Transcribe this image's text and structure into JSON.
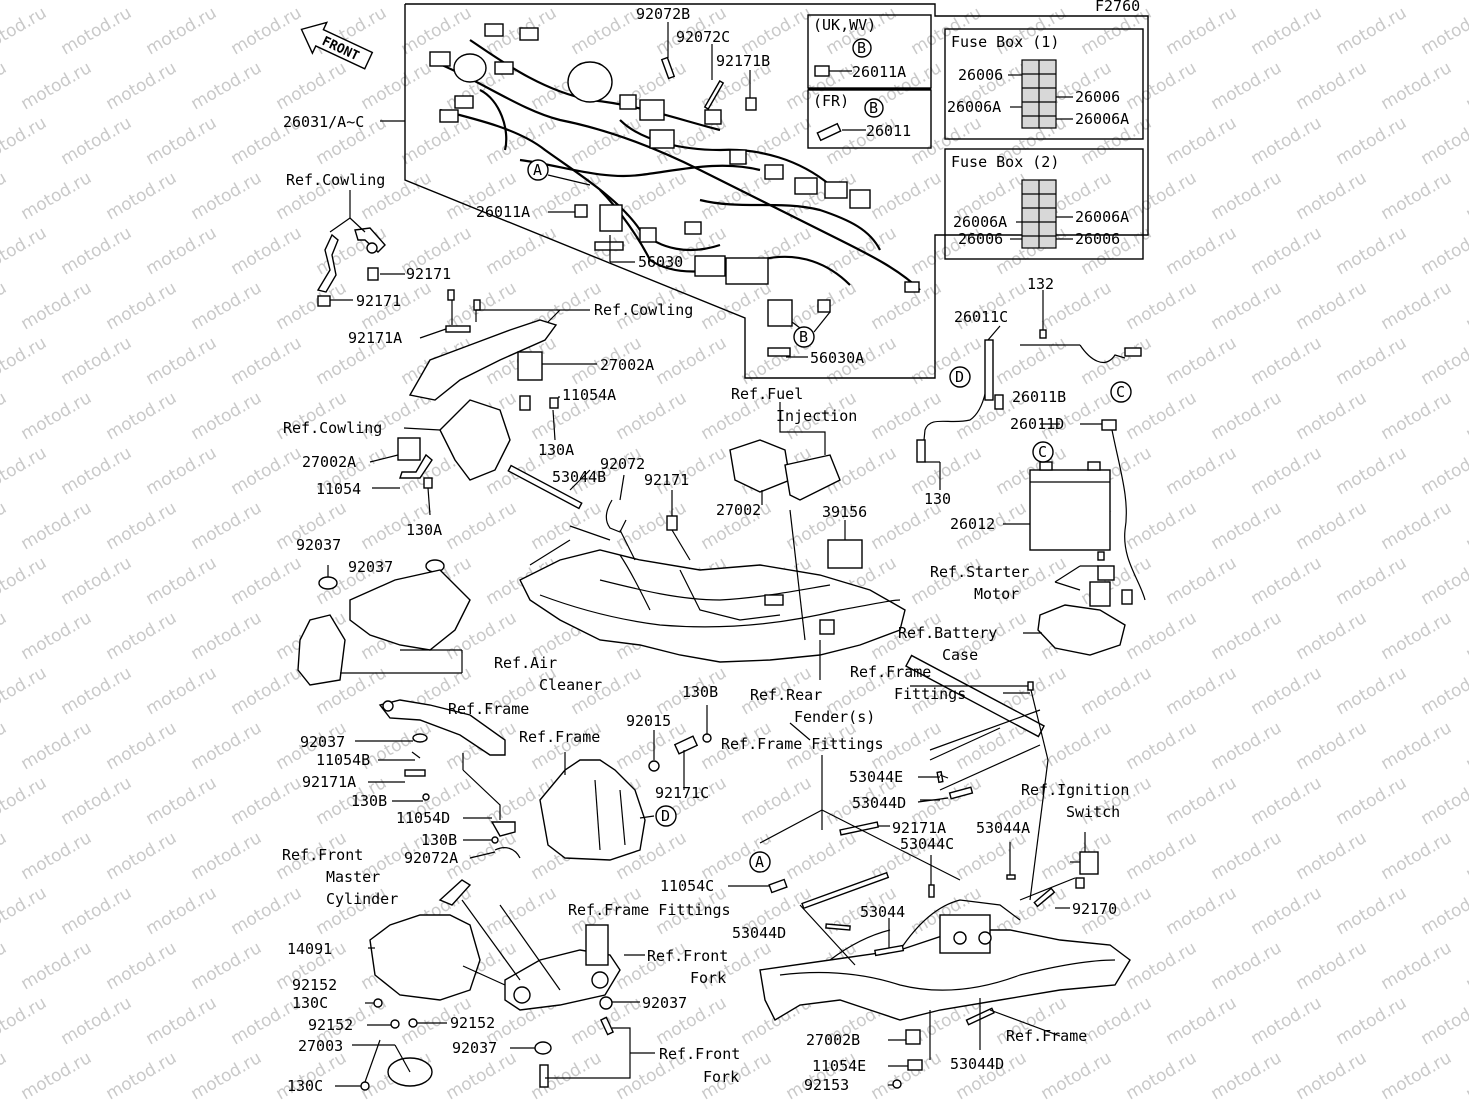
{
  "diagram": {
    "code": "F2760",
    "watermark": "motod.ru",
    "front_label": "FRONT",
    "insets": {
      "uk_wv": {
        "title": "(UK,WV)",
        "part": "26011A",
        "ref": "B"
      },
      "fr": {
        "title": "(FR)",
        "part": "26011",
        "ref": "B"
      },
      "fuse_box_1": {
        "title": "Fuse Box (1)",
        "left_top": "26006",
        "left_bottom": "26006A",
        "right_top": "26006",
        "right_bottom": "26006A"
      },
      "fuse_box_2": {
        "title": "Fuse Box (2)",
        "left_top": "26006A",
        "left_bottom": "26006",
        "right_top": "26006A",
        "right_bottom": "26006"
      }
    },
    "connector_refs": {
      "a_upper": "A",
      "b_lower": "B",
      "c_upper": "C",
      "c_battery": "C",
      "d_upper": "D",
      "d_lower": "D",
      "a_lower": "A"
    },
    "labels": {
      "p92072B": "92072B",
      "p92072C": "92072C",
      "p92171B": "92171B",
      "p26031": "26031/A~C",
      "ref_cowling_1": "Ref.Cowling",
      "p92171_a": "92171",
      "p92171_b": "92171",
      "p26011A": "26011A",
      "p56030": "56030",
      "ref_cowling_2": "Ref.Cowling",
      "p92171A_1": "92171A",
      "p56030A": "56030A",
      "p27002A_1": "27002A",
      "p11054A": "11054A",
      "ref_cowling_3": "Ref.Cowling",
      "p130A_1": "130A",
      "p27002A_2": "27002A",
      "p11054": "11054",
      "p130A_2": "130A",
      "p53044B": "53044B",
      "p92072": "92072",
      "p92171_c": "92171",
      "ref_fuel_1": "Ref.Fuel",
      "ref_fuel_2": "Injection",
      "p27002": "27002",
      "p39156": "39156",
      "p132": "132",
      "p26011C": "26011C",
      "p26011B": "26011B",
      "p26011D": "26011D",
      "p130": "130",
      "p26012": "26012",
      "ref_starter_1": "Ref.Starter",
      "ref_starter_2": "Motor",
      "ref_battery_1": "Ref.Battery",
      "ref_battery_2": "Case",
      "p92037_1": "92037",
      "p92037_2": "92037",
      "ref_air_1": "Ref.Air",
      "ref_air_2": "Cleaner",
      "ref_rear_1": "Ref.Rear",
      "ref_rear_2": "Fender(s)",
      "ref_ff_1a": "Ref.Frame",
      "ref_ff_1b": "Fittings",
      "ref_frame_1": "Ref.Frame",
      "ref_frame_2": "Ref.Frame",
      "p130B_1": "130B",
      "p92015": "92015",
      "p92037_3": "92037",
      "p11054B": "11054B",
      "p92171A_2": "92171A",
      "p130B_2": "130B",
      "p11054D": "11054D",
      "p130B_3": "130B",
      "p92072A": "92072A",
      "p92171C": "92171C",
      "ref_ff_2": "Ref.Frame Fittings",
      "p53044E": "53044E",
      "p53044D_1": "53044D",
      "ref_ign_1": "Ref.Ignition",
      "ref_ign_2": "Switch",
      "p92171A_3": "92171A",
      "p53044A": "53044A",
      "p53044C": "53044C",
      "ref_fmc_1": "Ref.Front",
      "ref_fmc_2": "Master",
      "ref_fmc_3": "Cylinder",
      "p11054C": "11054C",
      "ref_ff_3": "Ref.Frame Fittings",
      "p92170": "92170",
      "p53044": "53044",
      "p14091": "14091",
      "p53044D_2": "53044D",
      "ref_ffork_1a": "Ref.Front",
      "ref_ffork_1b": "Fork",
      "p92152_1": "92152",
      "p130C_1": "130C",
      "p92037_4": "92037",
      "p92152_2": "92152",
      "p92152_3": "92152",
      "p27003": "27003",
      "p92037_5": "92037",
      "ref_ffork_2a": "Ref.Front",
      "ref_ffork_2b": "Fork",
      "p130C_2": "130C",
      "p27002B": "27002B",
      "p11054E": "11054E",
      "p92153": "92153",
      "p53044D_3": "53044D",
      "ref_frame_3": "Ref.Frame"
    }
  }
}
